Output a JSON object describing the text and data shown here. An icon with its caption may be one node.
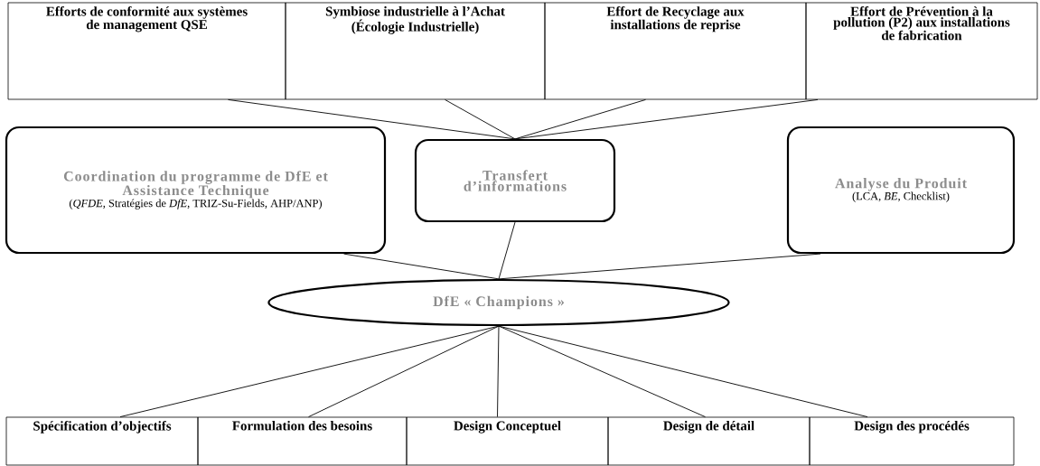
{
  "diagram": {
    "nodes": [
      {
        "text": [
          "Efforts de conformité aux systèmes de management QSE"
        ]
      },
      {
        "text": [
          "Symbiose industrielle à l’Achat",
          "(Écologie Industrielle)"
        ]
      },
      {
        "text": [
          "Effort de Recyclage aux installations de reprise"
        ]
      },
      {
        "text": [
          "Effort de Prévention à la pollution (P2) aux installations de fabrication"
        ]
      },
      {
        "text": [
          "Coordination du programme de DfE et Assistance Technique",
          "(*QFDE*, Stratégies de *DfE*, TRIZ-Su-Fields, AHP/ANP)"
        ]
      },
      {
        "text": [
          "Transfert d’informations"
        ]
      },
      {
        "text": [
          "Analyse du Produit",
          "(LCA, *BE*, Checklist)"
        ]
      },
      {
        "text": [
          "DfE « Champions »"
        ]
      },
      {
        "text": [
          "Spécification d’objectifs"
        ]
      },
      {
        "text": [
          "Formulation des besoins"
        ]
      },
      {
        "text": [
          "Design Conceptuel"
        ]
      },
      {
        "text": [
          "Design de détail"
        ]
      },
      {
        "text": [
          "Design des procédés"
        ]
      }
    ],
    "edges": [
      {
        "from": 0,
        "to": 5,
        "arrow": "none"
      },
      {
        "from": 1,
        "to": 5,
        "arrow": "none"
      },
      {
        "from": 2,
        "to": 5,
        "arrow": "none"
      },
      {
        "from": 3,
        "to": 5,
        "arrow": "none"
      },
      {
        "from": 4,
        "to": 7,
        "arrow": "none"
      },
      {
        "from": 5,
        "to": 7,
        "arrow": "none"
      },
      {
        "from": 6,
        "to": 7,
        "arrow": "none"
      },
      {
        "from": 7,
        "to": 8,
        "arrow": "none"
      },
      {
        "from": 7,
        "to": 9,
        "arrow": "none"
      },
      {
        "from": 7,
        "to": 10,
        "arrow": "none"
      },
      {
        "from": 7,
        "to": 11,
        "arrow": "none"
      },
      {
        "from": 7,
        "to": 12,
        "arrow": "none"
      }
    ]
  }
}
